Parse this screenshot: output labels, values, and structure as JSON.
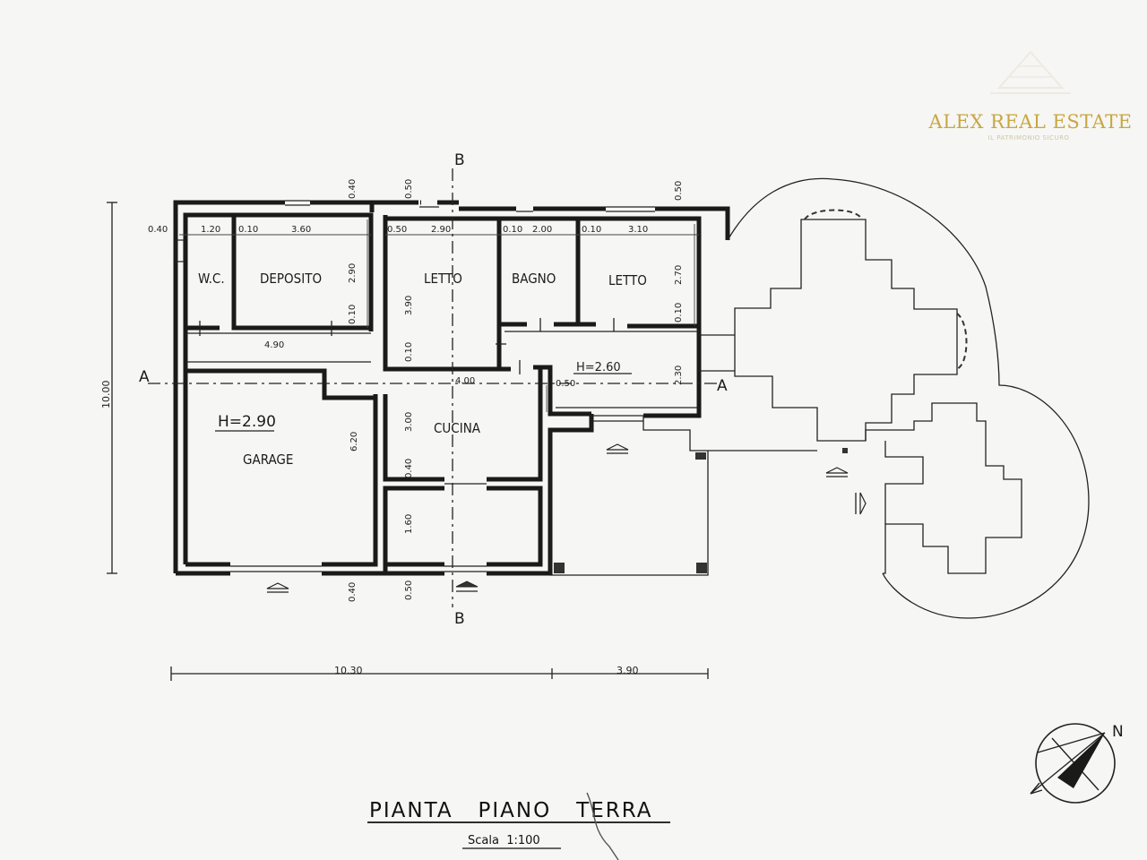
{
  "brand": {
    "name": "ALEX REAL ESTATE",
    "tagline": "IL PATRIMONIO SICURO"
  },
  "plan": {
    "title": "PIANTA   PIANO   TERRA",
    "scale": "Scala  1:100",
    "north": "N",
    "rooms": {
      "wc": "W.C.",
      "deposito": "DEPOSITO",
      "letto1": "LETTO",
      "bagno": "BAGNO",
      "letto2": "LETTO",
      "cucina": "CUCINA",
      "garage": "GARAGE"
    },
    "heights": {
      "garage": "H=2.90",
      "house": "H=2.60"
    },
    "sections": {
      "a": "A",
      "b": "B"
    },
    "dims": {
      "d040": "0.40",
      "d120": "1.20",
      "d010": "0.10",
      "d360": "3.60",
      "d050": "0.50",
      "d290": "2.90",
      "d200": "2.00",
      "d310": "3.10",
      "d270": "2.70",
      "d390": "3.90",
      "d490": "4.90",
      "d230": "2.30",
      "d400": "4.00",
      "d300": "3.00",
      "d620": "6.20",
      "d160": "1.60",
      "d1000": "10.00",
      "d1030": "10.30",
      "d390b": "3.90"
    }
  }
}
